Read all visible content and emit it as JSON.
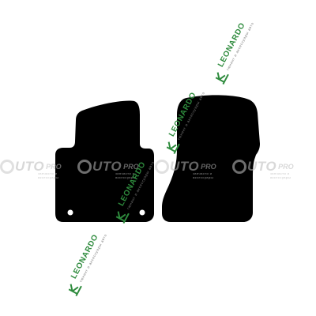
{
  "watermarks": {
    "autopro": {
      "brand_main": "UTO",
      "brand_suffix": "PRO",
      "brand_tagline": "запчасти и аксессуары"
    },
    "leonardo": {
      "brand": "LEONARDO",
      "tagline": "тюнинг и аксессуары авто"
    }
  },
  "colors": {
    "mat": "#000000",
    "grommet": "#ffffff",
    "watermark_green": "#2e8b3d",
    "watermark_gray": "#bdbdbd"
  }
}
